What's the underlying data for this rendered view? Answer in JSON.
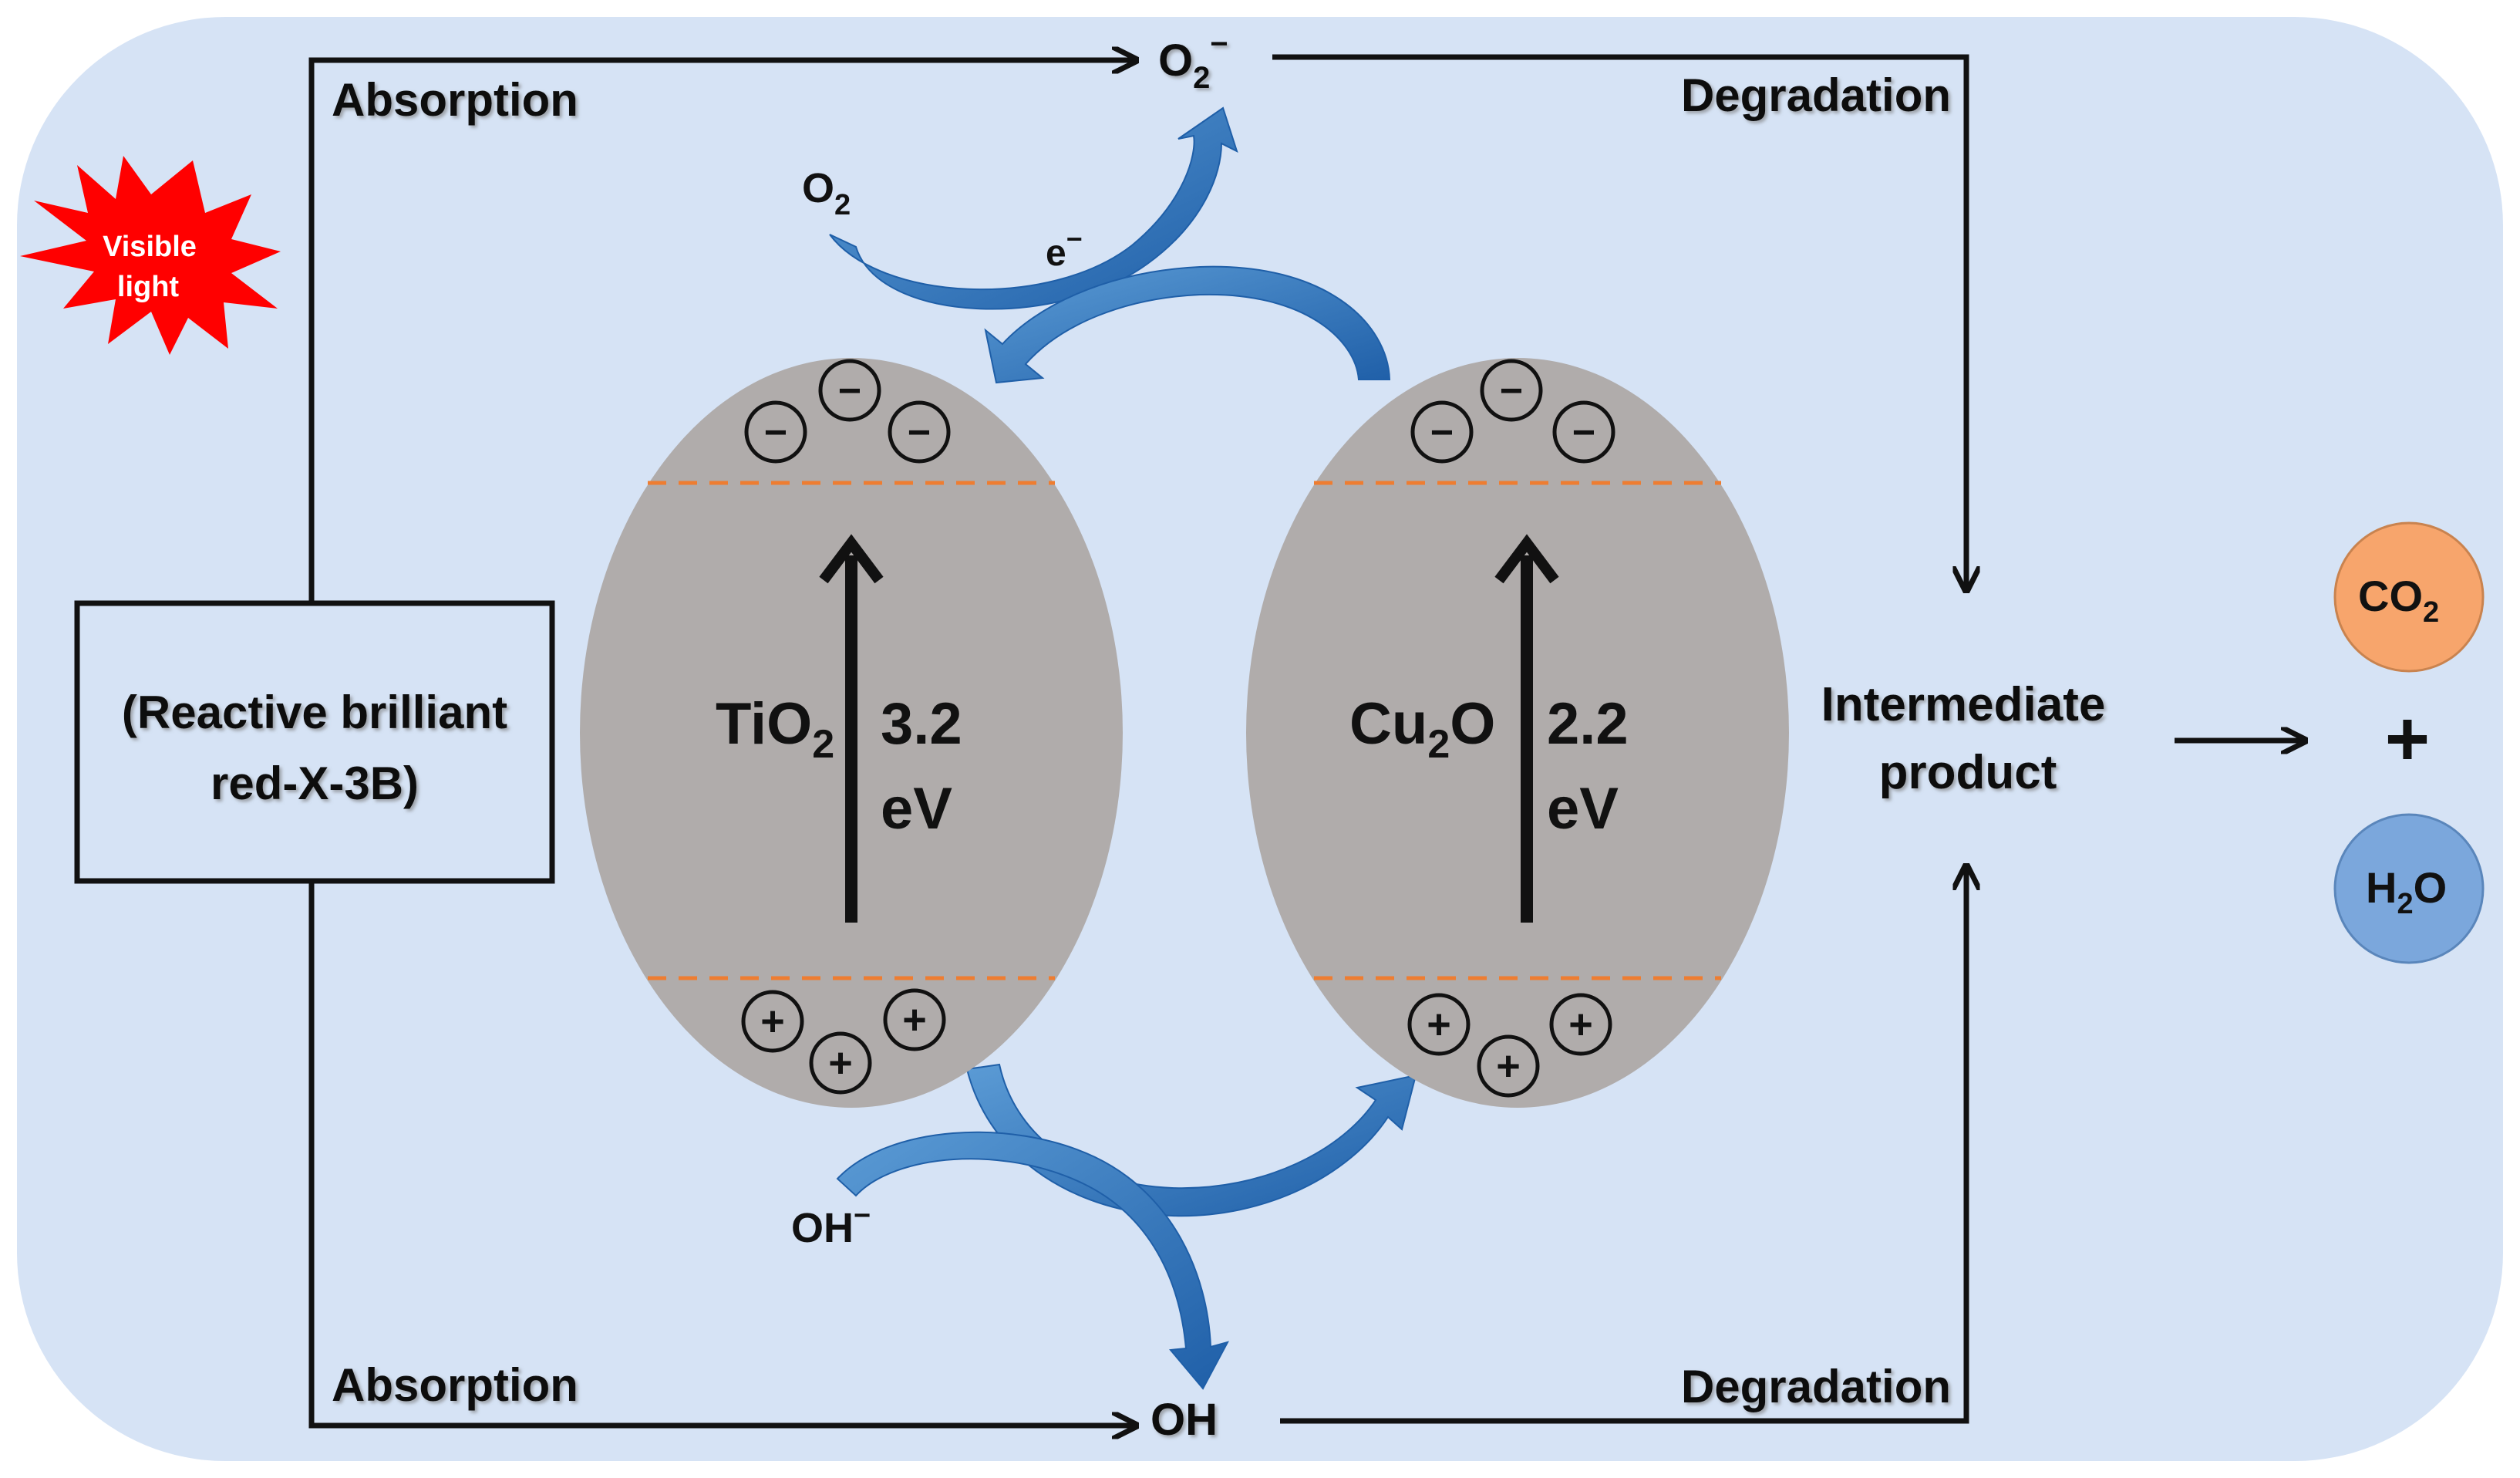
{
  "labels": {
    "dye_line1": "(Reactive brilliant",
    "dye_line2": "red-X-3B)",
    "absorption_top": "Absorption",
    "absorption_bottom": "Absorption",
    "degradation_top": "Degradation",
    "degradation_bottom": "Degradation",
    "visible_light_line1": "Visible",
    "visible_light_line2": "light",
    "o2_base": "O",
    "o2_sub": "2",
    "superoxide_base": "O",
    "superoxide_sub": "2",
    "superoxide_sup": "−",
    "electron_base": "e",
    "electron_sup": "−",
    "hydroxide_base": "OH",
    "hydroxide_sup": "−",
    "hydroxyl_radical": "OH",
    "intermediate_line1": "Intermediate",
    "intermediate_line2": "product",
    "co2_base": "CO",
    "co2_sub": "2",
    "h2o_pre": "H",
    "h2o_sub": "2",
    "h2o_post": "O",
    "plus": "+"
  },
  "semiconductors": [
    {
      "formula_pre": "TiO",
      "formula_sub": "2",
      "formula_post": "",
      "gap_value": "3.2",
      "gap_unit": "eV"
    },
    {
      "formula_pre": "Cu",
      "formula_sub": "2",
      "formula_post": "O",
      "gap_value": "2.2",
      "gap_unit": "eV"
    }
  ],
  "charges": {
    "electron": "−",
    "hole": "+"
  },
  "colors": {
    "background_panel": "#d6e3f5",
    "particle": "#b0acab",
    "band_dash": "#ee7d31",
    "transfer_arrow": "#2e75c7",
    "transfer_arrow_light": "#5b9bd5",
    "starburst": "#ff0000",
    "co2_circle": "#f7a56c",
    "h2o_circle": "#7ba7dc",
    "line": "#111111"
  }
}
